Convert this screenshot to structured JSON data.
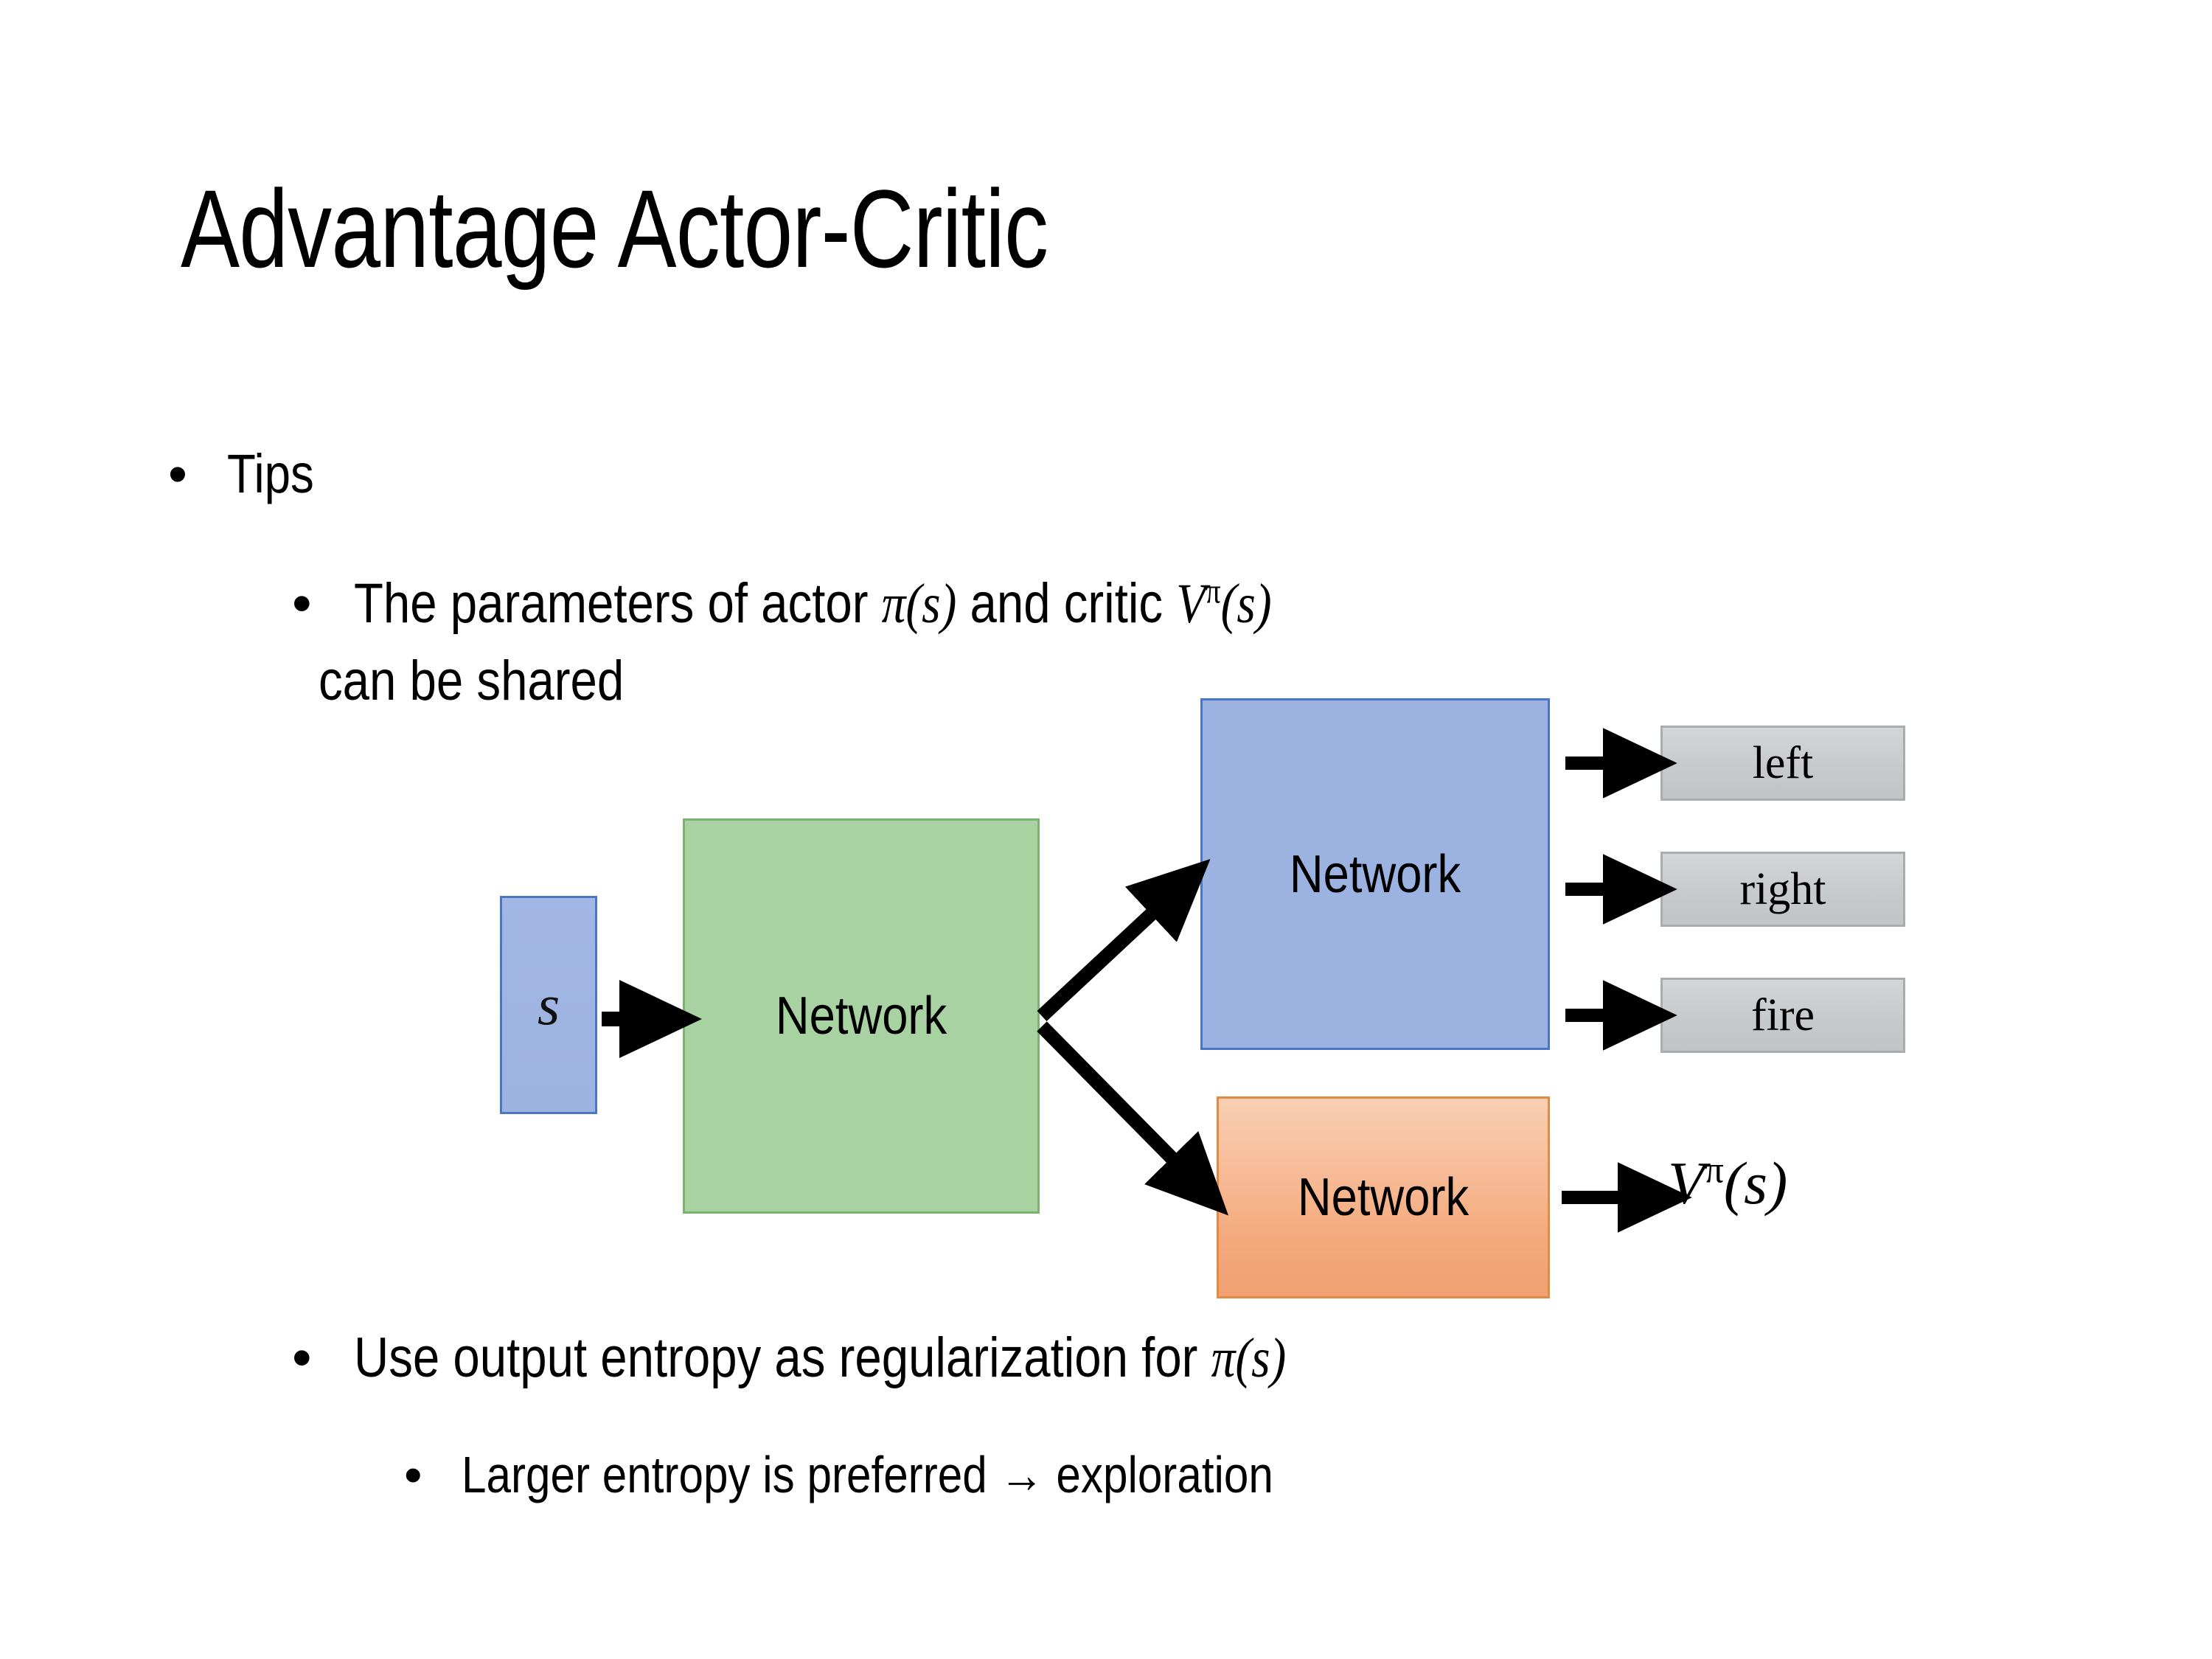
{
  "slide": {
    "title": "Advantage Actor-Critic",
    "background_color": "#ffffff"
  },
  "bullets": [
    {
      "level": 1,
      "marker": "•",
      "text": "Tips"
    },
    {
      "level": 2,
      "marker": "•",
      "text": "The parameters of actor π(s)  and critic Vπ(s)"
    },
    {
      "level": 2,
      "marker": "",
      "text": "can be shared"
    },
    {
      "level": 2,
      "marker": "•",
      "text": "Use output entropy as regularization for π(s)"
    },
    {
      "level": 3,
      "marker": "•",
      "text": "Larger entropy is preferred → exploration"
    }
  ],
  "bullet_parts": {
    "tips": "Tips",
    "line2_a": "The parameters of actor ",
    "line2_pi": "π",
    "line2_paren_s": "(s)",
    "line2_b": "  and critic ",
    "line2_V": "V",
    "line2_sup_pi": "π",
    "line2_paren_s2": "(s)",
    "line3": "can be shared",
    "line4_a": "Use output entropy as regularization for ",
    "line4_pi": "π",
    "line4_paren_s": "(s)",
    "line5": "Larger entropy is preferred → exploration",
    "bullet_glyph": "•"
  },
  "diagram": {
    "input_box": {
      "label": "s",
      "fill": "#9cb2e0",
      "border": "#4a76c4"
    },
    "shared_network": {
      "label": "Network",
      "fill": "#a9d2a3",
      "border": "#7cb36f"
    },
    "actor_network": {
      "label": "Network",
      "fill": "#9cb2e0",
      "border": "#4a76c4"
    },
    "critic_network": {
      "label": "Network",
      "fill": "#f4a97c",
      "border": "#e08a42"
    },
    "actions": [
      {
        "label": "left",
        "fill": "#c8ccce",
        "border": "#a9adaf"
      },
      {
        "label": "right",
        "fill": "#c8ccce",
        "border": "#a9adaf"
      },
      {
        "label": "fire",
        "fill": "#c8ccce",
        "border": "#a9adaf"
      }
    ],
    "critic_output": {
      "base": "V",
      "superscript": "π",
      "argument": "(s)"
    },
    "arrow_color": "#000000"
  }
}
